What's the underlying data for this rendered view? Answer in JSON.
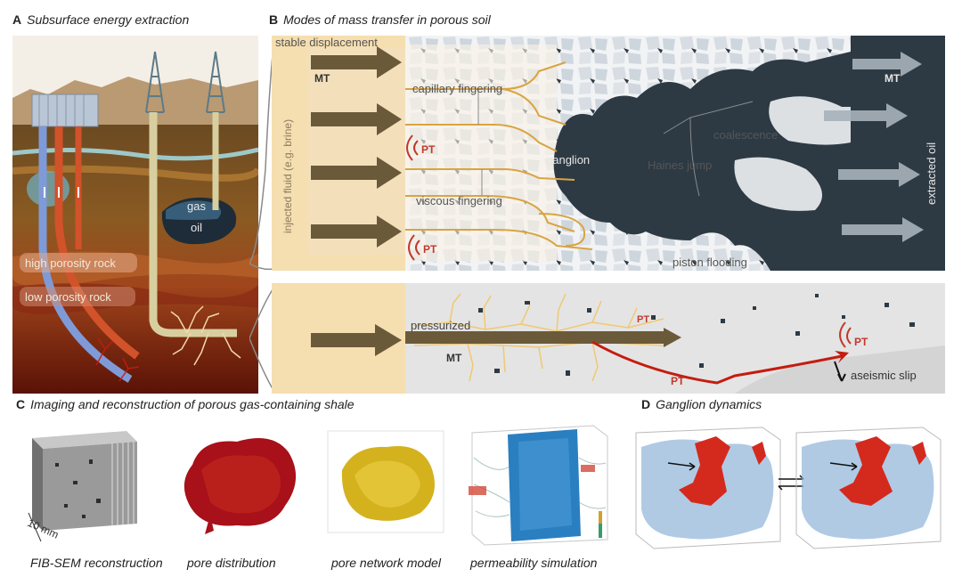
{
  "panels": {
    "a": {
      "letter": "A",
      "title": "Subsurface energy extraction",
      "labels": {
        "gas": "gas",
        "oil": "oil",
        "high": "high porosity rock",
        "low": "low porosity rock"
      }
    },
    "b": {
      "letter": "B",
      "title": "Modes of mass transfer in porous soil",
      "labels": {
        "stable": "stable displacement",
        "injected": "injected fluid (e.g. brine)",
        "mt": "MT",
        "pt": "PT",
        "capillary": "capillary fingering",
        "ganglion": "ganglion",
        "haines": "Haines jump",
        "coalescence": "coalescence",
        "viscous": "viscous fingering",
        "piston": "piston flooding",
        "extracted": "extracted oil",
        "pressurized": "pressurized",
        "aseismic": "aseismic slip"
      }
    },
    "c": {
      "letter": "C",
      "title": "Imaging and reconstruction of porous gas-containing shale",
      "scale": "10 mm",
      "captions": [
        "FIB-SEM reconstruction",
        "pore distribution",
        "pore network model",
        "permeability simulation"
      ]
    },
    "d": {
      "letter": "D",
      "title": "Ganglion dynamics"
    }
  },
  "colors": {
    "soil_dark": "#3a1a0a",
    "oil": "#2d3a44",
    "fluid_band": "#f5deb0",
    "arrow": "#6b5a3a",
    "finger": "#d9a441",
    "pt": "#c0392b",
    "pore_red": "#a8101a",
    "pore_yellow": "#d4b21e",
    "pore_blue": "#2a7fc0"
  }
}
